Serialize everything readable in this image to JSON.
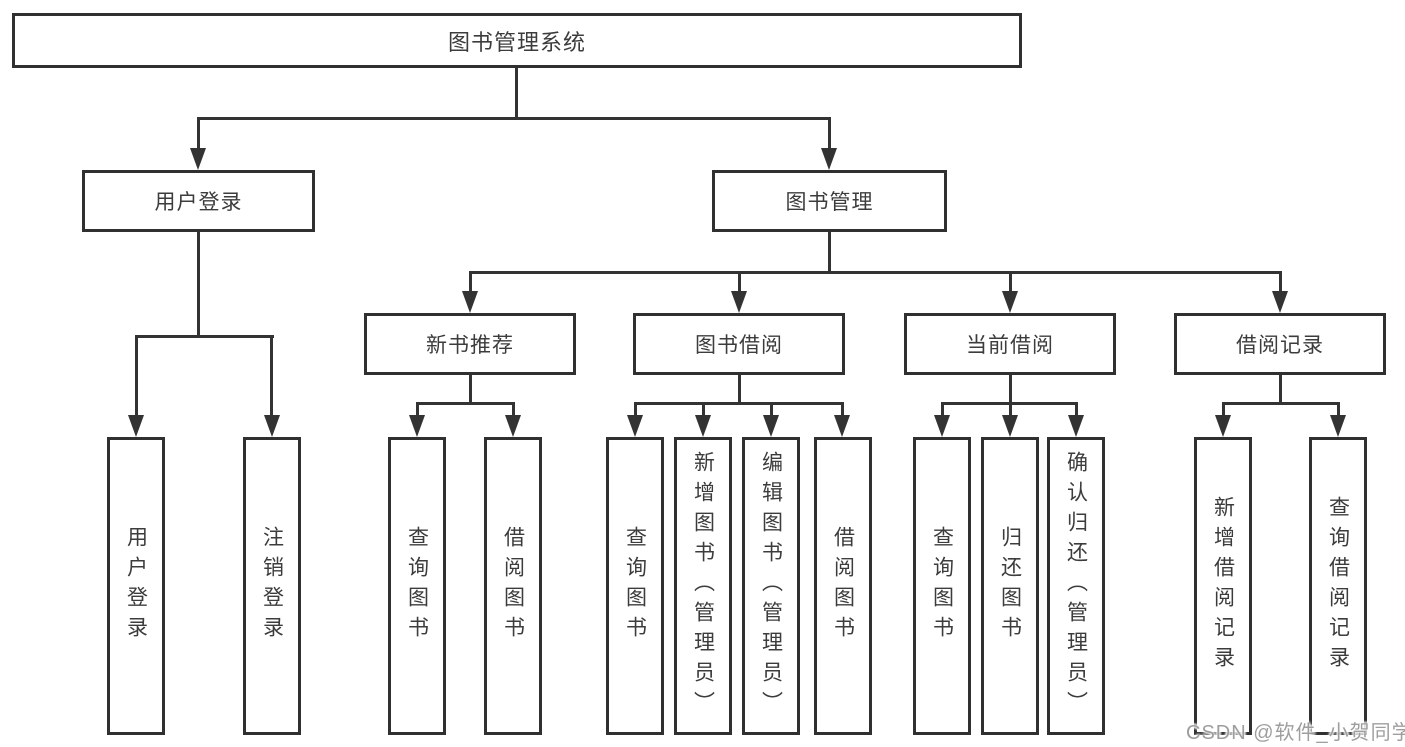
{
  "tree": {
    "root": {
      "label": "图书管理系统"
    },
    "children": [
      {
        "label": "用户登录",
        "children": [
          {
            "label": "用户登录"
          },
          {
            "label": "注销登录"
          }
        ]
      },
      {
        "label": "图书管理",
        "children": [
          {
            "label": "新书推荐",
            "children": [
              {
                "label": "查询图书"
              },
              {
                "label": "借阅图书"
              }
            ]
          },
          {
            "label": "图书借阅",
            "children": [
              {
                "label": "查询图书"
              },
              {
                "label": "新增图书（管理员）"
              },
              {
                "label": "编辑图书（管理员）"
              },
              {
                "label": "借阅图书"
              }
            ]
          },
          {
            "label": "当前借阅",
            "children": [
              {
                "label": "查询图书"
              },
              {
                "label": "归还图书"
              },
              {
                "label": "确认归还（管理员）"
              }
            ]
          },
          {
            "label": "借阅记录",
            "children": [
              {
                "label": "新增借阅记录"
              },
              {
                "label": "查询借阅记录"
              }
            ]
          }
        ]
      }
    ]
  },
  "watermark": {
    "text": "CSDN @软件_小贺同学"
  },
  "colors": {
    "background": "#ffffff",
    "line": "#333333",
    "box_border": "#303030",
    "text": "#3c3c3c",
    "watermark": "#9e9e9e"
  }
}
